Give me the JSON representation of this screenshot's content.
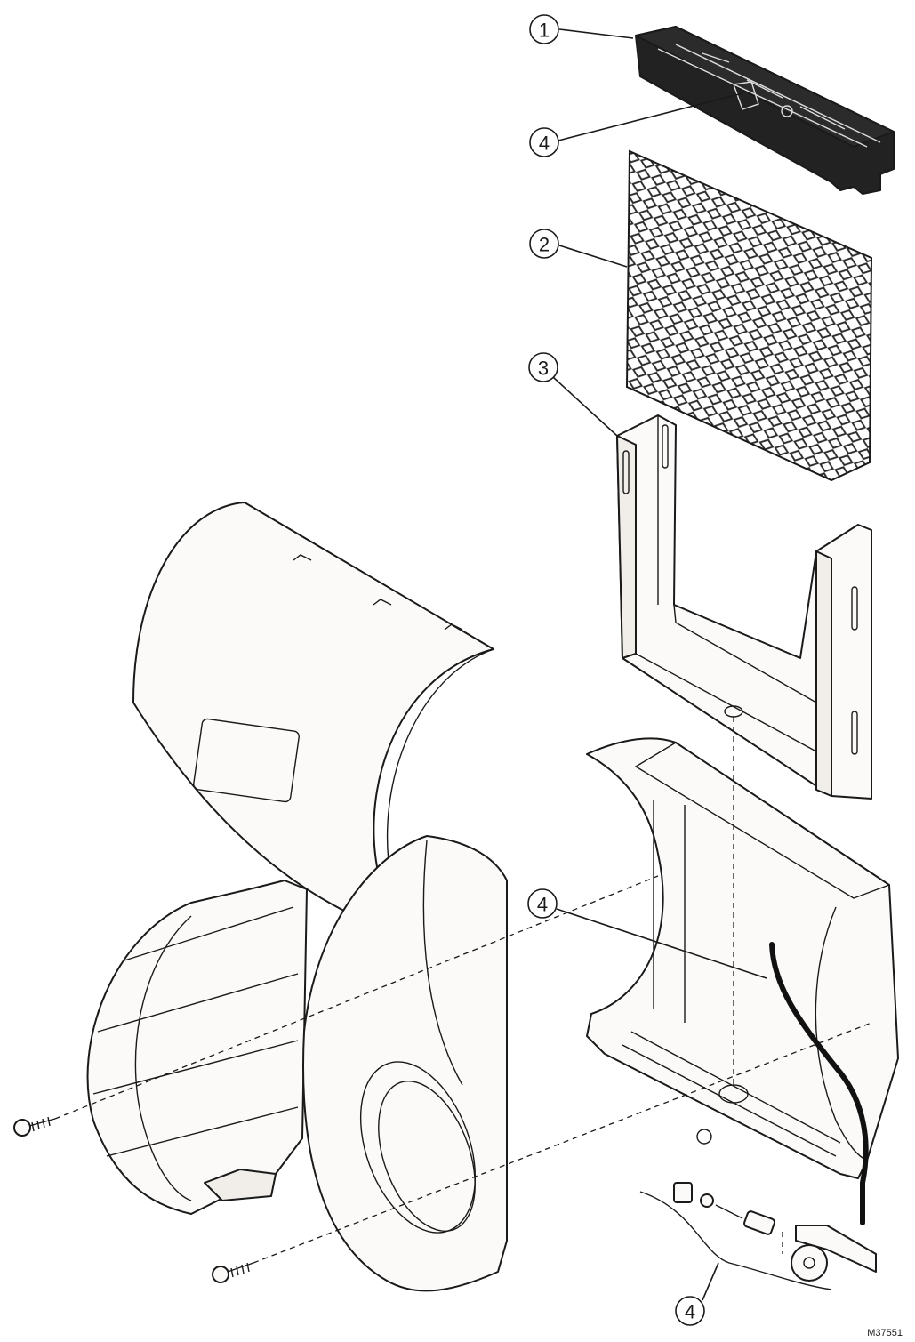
{
  "callouts": {
    "c1": "1",
    "c2": "2",
    "c3": "3",
    "c4a": "4",
    "c4b": "4",
    "c4c": "4"
  },
  "drawing_code": "M37551",
  "parts": {
    "distribution_tray_icon": "distribution-tray",
    "water_panel_icon": "water-panel-pad",
    "panel_frame_icon": "water-panel-frame",
    "cover_icon": "humidifier-cover",
    "grille_icon": "bypass-grille",
    "collar_icon": "round-duct-collar",
    "housing_icon": "humidifier-base-housing",
    "feed_tube_icon": "water-feed-tube",
    "valve_icon": "solenoid-valve-assembly",
    "screw_icon": "mounting-screw"
  }
}
